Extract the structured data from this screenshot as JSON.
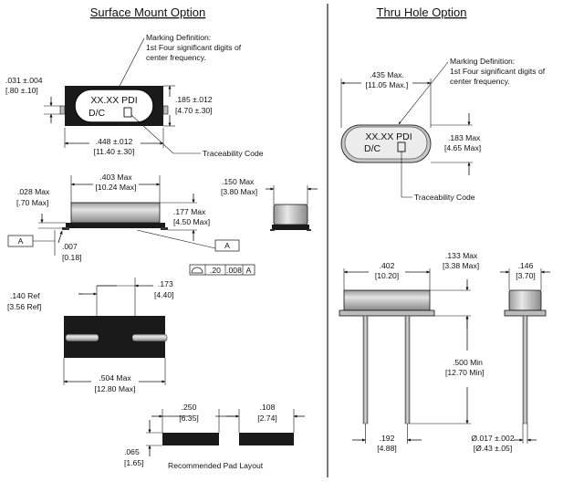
{
  "surface_mount": {
    "title": "Surface Mount Option",
    "marking_note": [
      "Marking Definition:",
      "1st Four significant digits of",
      "center frequency."
    ],
    "marking_text": [
      "XX.XX PDI",
      "D/C"
    ],
    "traceability_label": "Traceability Code",
    "dims": {
      "top_thickness": [
        ".031 ±.004",
        "[.80 ±.10]"
      ],
      "height": [
        ".185 ±.012",
        "[4.70 ±.30]"
      ],
      "width": [
        ".448 ±.012",
        "[11.40 ±.30]"
      ],
      "body_length": [
        ".403 Max",
        "[10.24 Max]"
      ],
      "body_height": [
        ".177 Max",
        "[4.50 Max]"
      ],
      "flange": [
        ".028 Max",
        "[.70 Max]"
      ],
      "standoff": [
        ".007",
        "[0.18]"
      ],
      "side_width": [
        ".150 Max",
        "[3.80 Max]"
      ],
      "pad_ref": [
        ".140 Ref",
        "[3.56 Ref]"
      ],
      "lead_spacing": [
        ".173",
        "[4.40]"
      ],
      "overall_length": [
        ".504 Max",
        "[12.80 Max]"
      ]
    },
    "datum": "A",
    "tolerance": {
      "value": ".20",
      "extra": ".008",
      "datum": "A"
    },
    "pad_layout": {
      "title": "Recommended Pad Layout",
      "gap": [
        ".250",
        "[6.35]"
      ],
      "pad_width": [
        ".108",
        "[2.74]"
      ],
      "pad_height": [
        ".065",
        "[1.65]"
      ]
    }
  },
  "thru_hole": {
    "title": "Thru Hole Option",
    "marking_note": [
      "Marking Definition:",
      "1st Four significant digits of",
      "center frequency."
    ],
    "marking_text": [
      "XX.XX PDI",
      "D/C"
    ],
    "traceability_label": "Traceability Code",
    "dims": {
      "width": [
        ".435 Max.",
        "[11.05 Max.]"
      ],
      "height": [
        ".183 Max",
        "[4.65 Max]"
      ],
      "body_length": [
        ".402",
        "[10.20]"
      ],
      "body_height": [
        ".133 Max",
        "[3.38 Max]"
      ],
      "side_width": [
        ".146",
        "[3.70]"
      ],
      "lead_length": [
        ".500 Min",
        "[12.70 Min]"
      ],
      "lead_spacing": [
        ".192",
        "[4.88]"
      ],
      "lead_dia": [
        "Ø.017 ±.002",
        "[Ø.43 ±.05]"
      ]
    }
  }
}
